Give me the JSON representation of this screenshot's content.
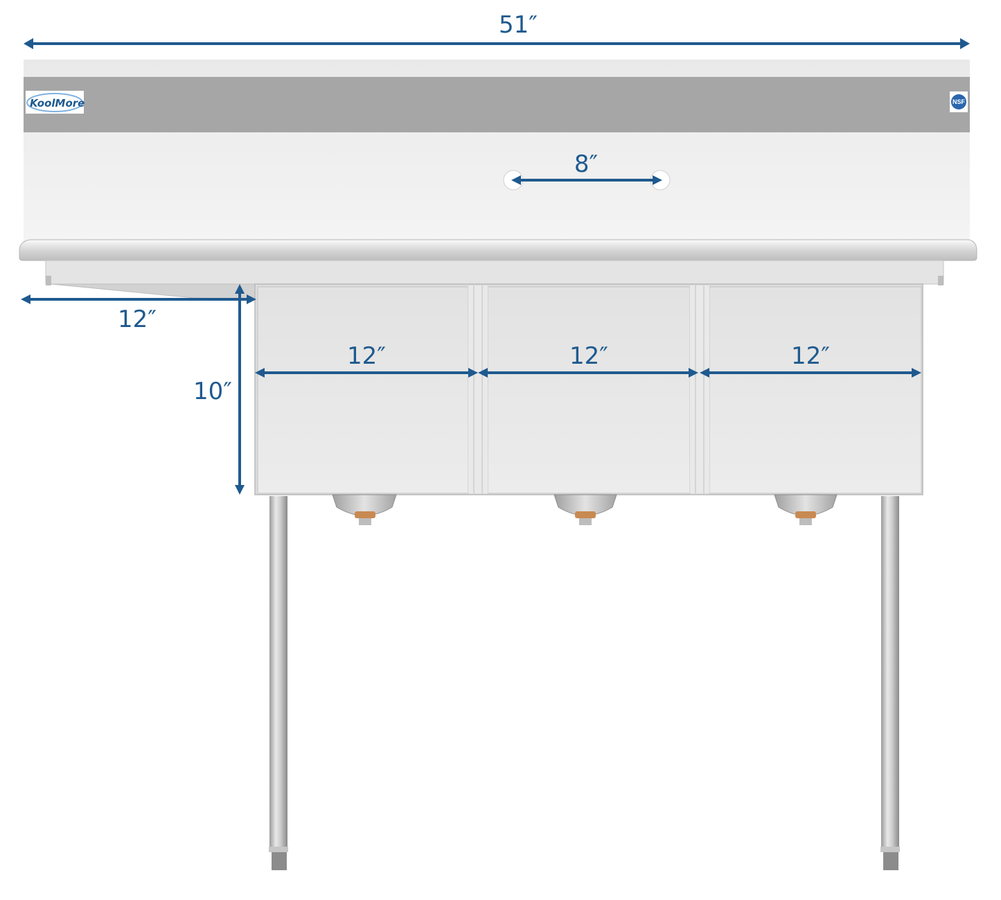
{
  "brand": {
    "logo_text": "KoolMore",
    "certification": "NSF"
  },
  "dimensions": {
    "overall_width": "51″",
    "faucet_spacing": "8″",
    "drainboard_width": "12″",
    "bowl_depth": "10″",
    "bowls": [
      {
        "width": "12″"
      },
      {
        "width": "12″"
      },
      {
        "width": "12″"
      }
    ]
  },
  "colors": {
    "dimension_line": "#1f5a8f",
    "steel_light": "#eeeeee",
    "steel_mid": "#d9d9d9",
    "band": "#a6a6a6",
    "brass": "#c98a52"
  }
}
